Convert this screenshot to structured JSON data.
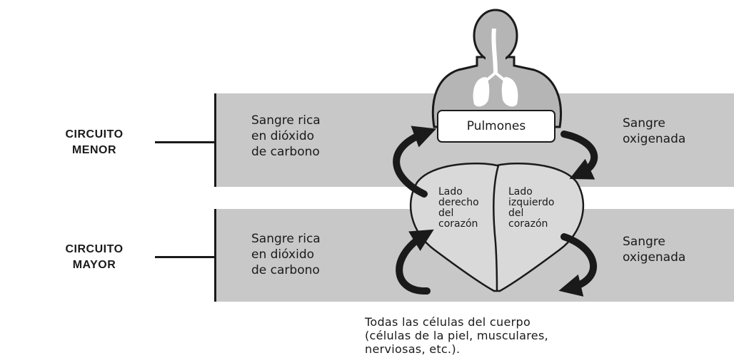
{
  "circuits": {
    "menor": "CIRCUITO\nMENOR",
    "mayor": "CIRCUITO\nMAYOR"
  },
  "left_labels": {
    "top": "Sangre rica\nen dióxido\nde carbono",
    "bottom": "Sangre rica\nen dióxido\nde carbono"
  },
  "right_labels": {
    "top": "Sangre\noxigenada",
    "bottom": "Sangre\noxigenada"
  },
  "organ": "Pulmones",
  "heart": {
    "right_side": "Lado\nderecho\ndel\ncorazón",
    "left_side": "Lado\nizquierdo\ndel\ncorazón"
  },
  "caption": "Todas las células del cuerpo\n(células de la piel, musculares,\nnerviosas, etc.).",
  "icons": [
    "human-torso-icon",
    "lungs-icon",
    "curved-arrow-icon"
  ],
  "colors": {
    "band": "#c8c8c8",
    "ink": "#1a1a1a",
    "heart": "#d9d9d9",
    "figure": "#b5b5b5"
  }
}
